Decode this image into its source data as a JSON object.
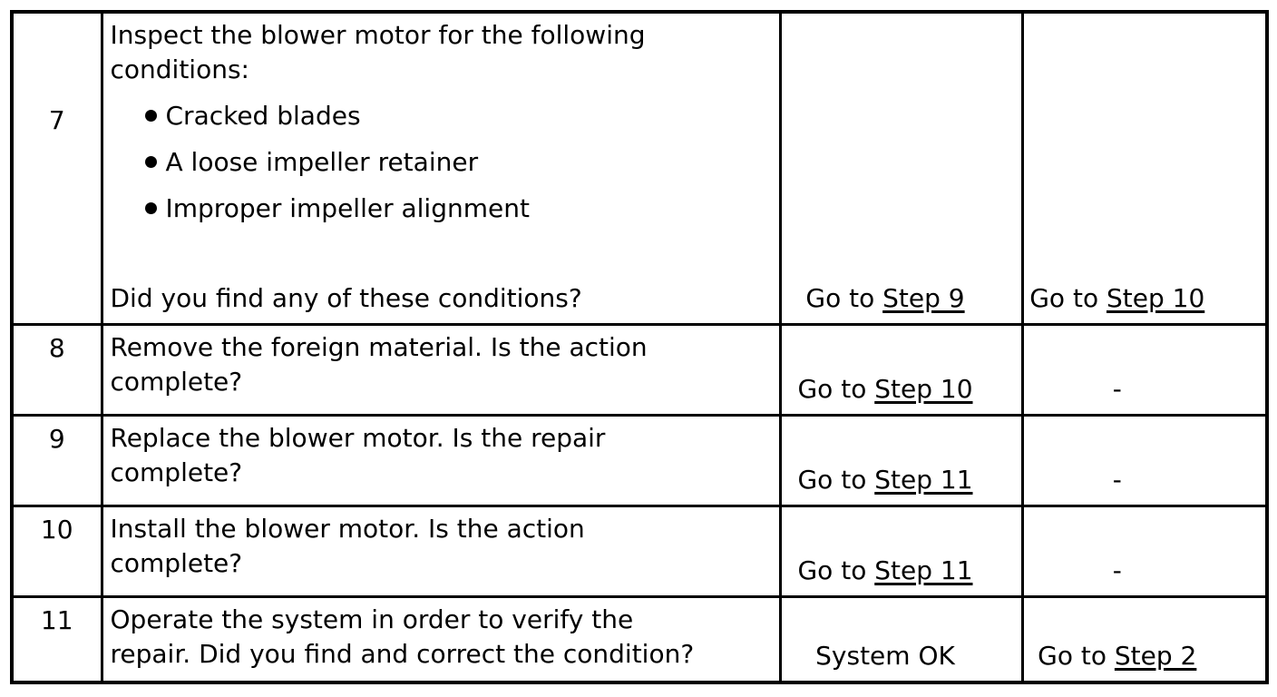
{
  "colors": {
    "background": "#ffffff",
    "text": "#000000",
    "border": "#000000"
  },
  "table": {
    "rows": [
      {
        "step": "7",
        "action_lines": [
          "Inspect the blower motor for the following",
          "conditions:"
        ],
        "bullets": [
          "Cracked blades",
          "A loose impeller retainer",
          "Improper impeller alignment"
        ],
        "question": "Did you find any of these conditions?",
        "yes": {
          "prefix": "Go to ",
          "link": "Step 9"
        },
        "no": {
          "prefix": "Go to ",
          "link": "Step 10"
        }
      },
      {
        "step": "8",
        "action_lines": [
          "Remove the foreign material. Is the action",
          "complete?"
        ],
        "yes": {
          "prefix": "Go to ",
          "link": "Step 10"
        },
        "no": {
          "text": "-"
        }
      },
      {
        "step": "9",
        "action_lines": [
          "Replace the blower motor. Is the repair",
          "complete?"
        ],
        "yes": {
          "prefix": "Go to ",
          "link": "Step 11"
        },
        "no": {
          "text": "-"
        }
      },
      {
        "step": "10",
        "action_lines": [
          "Install the blower motor. Is the action",
          "complete?"
        ],
        "yes": {
          "prefix": "Go to ",
          "link": "Step 11"
        },
        "no": {
          "text": "-"
        }
      },
      {
        "step": "11",
        "action_lines": [
          "Operate the system in order to verify the",
          "repair. Did you find and correct the condition?"
        ],
        "yes": {
          "text": "System OK"
        },
        "no": {
          "prefix": "Go to ",
          "link": "Step 2"
        }
      }
    ]
  }
}
